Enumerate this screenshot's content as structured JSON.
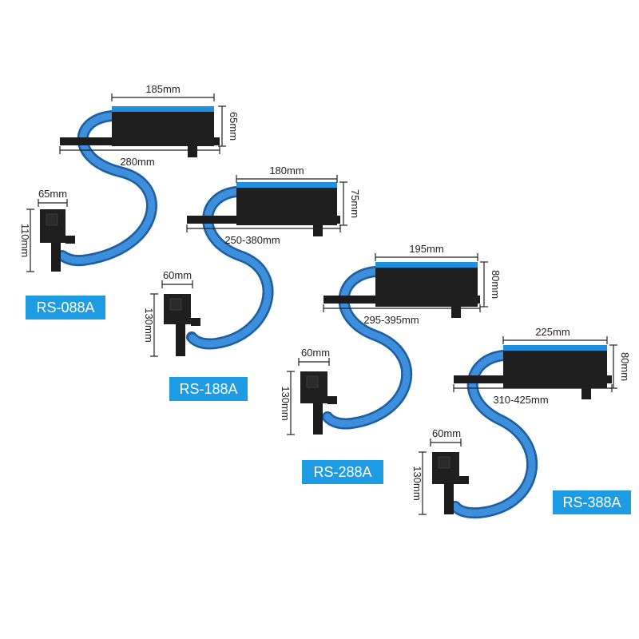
{
  "colors": {
    "hose": "#2f7fd0",
    "hose_dark": "#1e5ea3",
    "box_top": "#1f8fe0",
    "body": "#1c1c1c",
    "label_bg": "#1d9be3",
    "dim_line": "#222222"
  },
  "products": [
    {
      "model": "RS-088A",
      "box_width": "185mm",
      "box_height": "65mm",
      "bar_length": "280mm",
      "pump_width": "65mm",
      "pump_height": "110mm"
    },
    {
      "model": "RS-188A",
      "box_width": "180mm",
      "box_height": "75mm",
      "bar_length": "250-380mm",
      "pump_width": "60mm",
      "pump_height": "130mm"
    },
    {
      "model": "RS-288A",
      "box_width": "195mm",
      "box_height": "80mm",
      "bar_length": "295-395mm",
      "pump_width": "60mm",
      "pump_height": "130mm"
    },
    {
      "model": "RS-388A",
      "box_width": "225mm",
      "box_height": "80mm",
      "bar_length": "310-425mm",
      "pump_width": "60mm",
      "pump_height": "130mm"
    }
  ]
}
